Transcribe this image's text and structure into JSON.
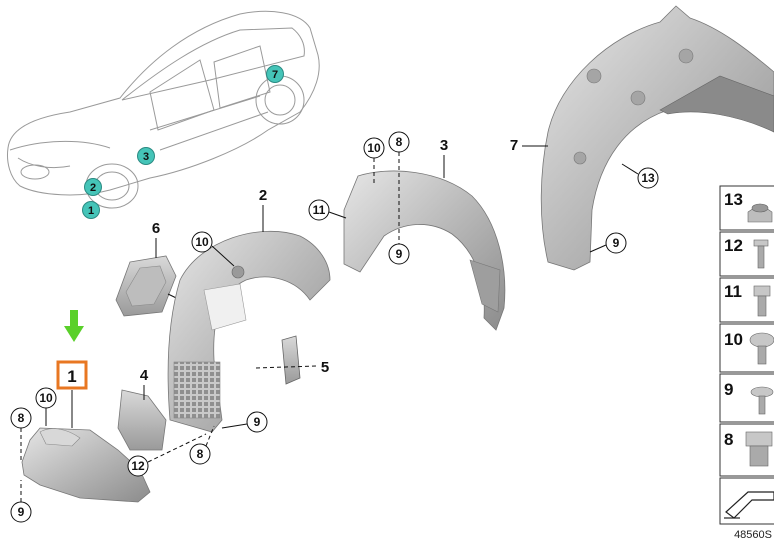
{
  "diagram": {
    "vehicle_markers": [
      "1",
      "2",
      "3",
      "7"
    ],
    "selected_part": "1",
    "callouts": {
      "p2": "2",
      "p3": "3",
      "p4": "4",
      "p5": "5",
      "p6": "6",
      "p7": "7"
    },
    "circled": {
      "c8_left": "8",
      "c9_left": "9",
      "c10_left": "10",
      "c10_mid": "10",
      "c12_mid": "12",
      "c8_mid": "8",
      "c9_mid": "9",
      "c10_top": "10",
      "c8_top": "8",
      "c11_top": "11",
      "c9_top": "9",
      "c13_right": "13",
      "c9_right": "9"
    },
    "side_table": [
      "13",
      "12",
      "11",
      "10",
      "9",
      "8"
    ],
    "reference_number": "48560S"
  },
  "colors": {
    "marker_teal": "#45c4b8",
    "highlight_orange": "#e87722",
    "arrow_green": "#5ad02a",
    "part_gray": "#b8b8b8"
  },
  "icons": {
    "selector": "green-down-arrow-icon",
    "table_footer": "arrow-direction-icon"
  }
}
